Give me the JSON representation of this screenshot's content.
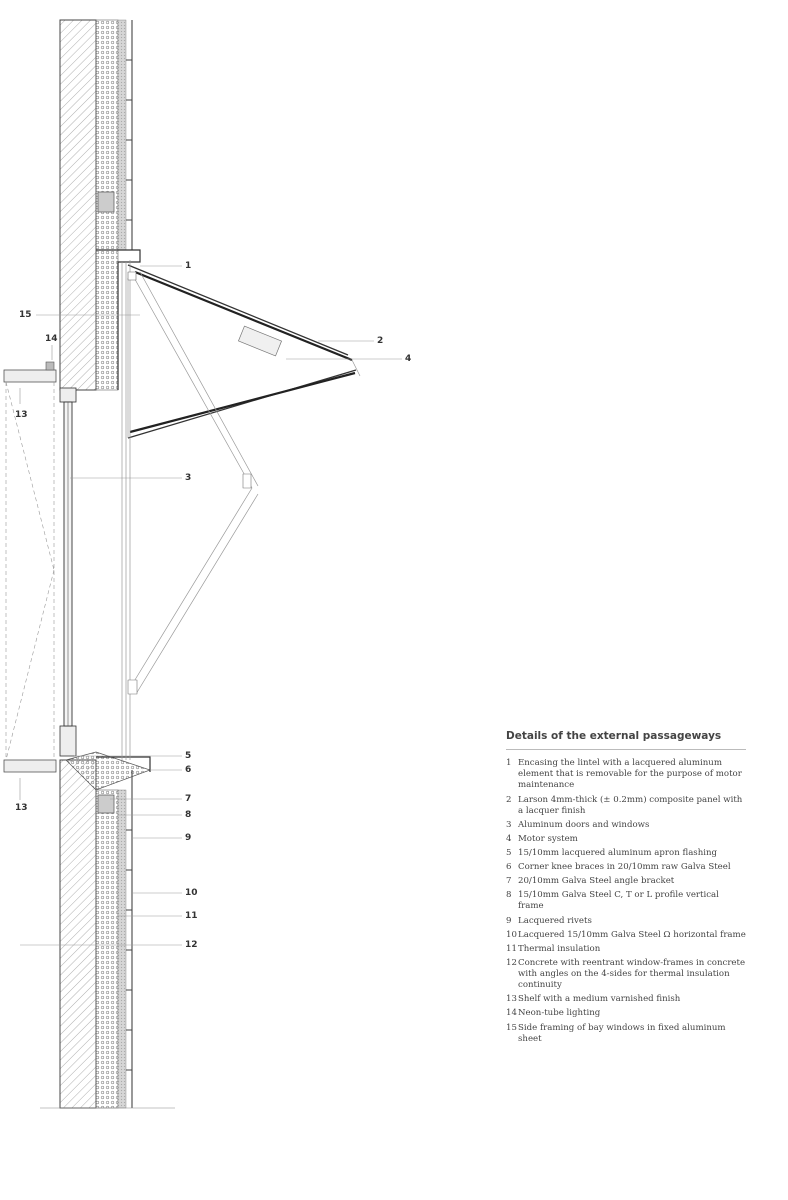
{
  "callouts": [
    {
      "num": "1"
    },
    {
      "num": "2"
    },
    {
      "num": "4"
    },
    {
      "num": "15"
    },
    {
      "num": "14"
    },
    {
      "num": "13"
    },
    {
      "num": "3"
    },
    {
      "num": "5"
    },
    {
      "num": "6"
    },
    {
      "num": "7"
    },
    {
      "num": "8"
    },
    {
      "num": "13"
    },
    {
      "num": "9"
    },
    {
      "num": "10"
    },
    {
      "num": "11"
    },
    {
      "num": "12"
    }
  ],
  "legend": {
    "title": "Details of the external passageways",
    "items": [
      {
        "num": "1",
        "text": "Encasing the lintel with a lacquered aluminum element that is removable for the purpose of motor maintenance"
      },
      {
        "num": "2",
        "text": "Larson 4mm-thick (± 0.2mm) composite panel with a lacquer finish"
      },
      {
        "num": "3",
        "text": "Aluminum doors and windows"
      },
      {
        "num": "4",
        "text": "Motor system"
      },
      {
        "num": "5",
        "text": "15/10mm lacquered aluminum apron flashing"
      },
      {
        "num": "6",
        "text": "Corner knee braces in 20/10mm raw Galva Steel"
      },
      {
        "num": "7",
        "text": "20/10mm Galva Steel angle bracket"
      },
      {
        "num": "8",
        "text": "15/10mm Galva Steel C, T or L profile vertical frame"
      },
      {
        "num": "9",
        "text": "Lacquered rivets"
      },
      {
        "num": "10",
        "text": "Lacquered 15/10mm Galva Steel Ω horizontal frame"
      },
      {
        "num": "11",
        "text": "Thermal insulation"
      },
      {
        "num": "12",
        "text": "Concrete with reentrant window-frames in concrete with angles on the 4-sides for thermal insulation continuity"
      },
      {
        "num": "13",
        "text": "Shelf with a medium varnished finish"
      },
      {
        "num": "14",
        "text": "Neon-tube lighting"
      },
      {
        "num": "15",
        "text": "Side framing of bay windows in fixed aluminum sheet"
      }
    ]
  }
}
